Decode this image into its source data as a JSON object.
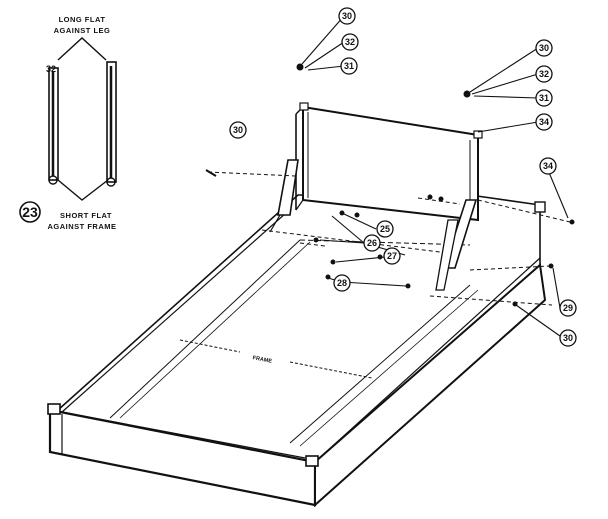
{
  "inset": {
    "top_note_line1": "LONG FLAT",
    "top_note_line2": "AGAINST LEG",
    "bottom_note_line1": "SHORT FLAT",
    "bottom_note_line2": "AGAINST FRAME",
    "part_number": "23",
    "end_label": "32"
  },
  "frame_label": "FRAME",
  "callouts": {
    "c30a": "30",
    "c32a": "32",
    "c31a": "31",
    "c30b": "30",
    "c32b": "32",
    "c31b": "31",
    "c34a": "34",
    "c30c": "30",
    "c34b": "34",
    "c25": "25",
    "c26": "26",
    "c27": "27",
    "c28": "28",
    "c29": "29",
    "c30d": "30"
  }
}
